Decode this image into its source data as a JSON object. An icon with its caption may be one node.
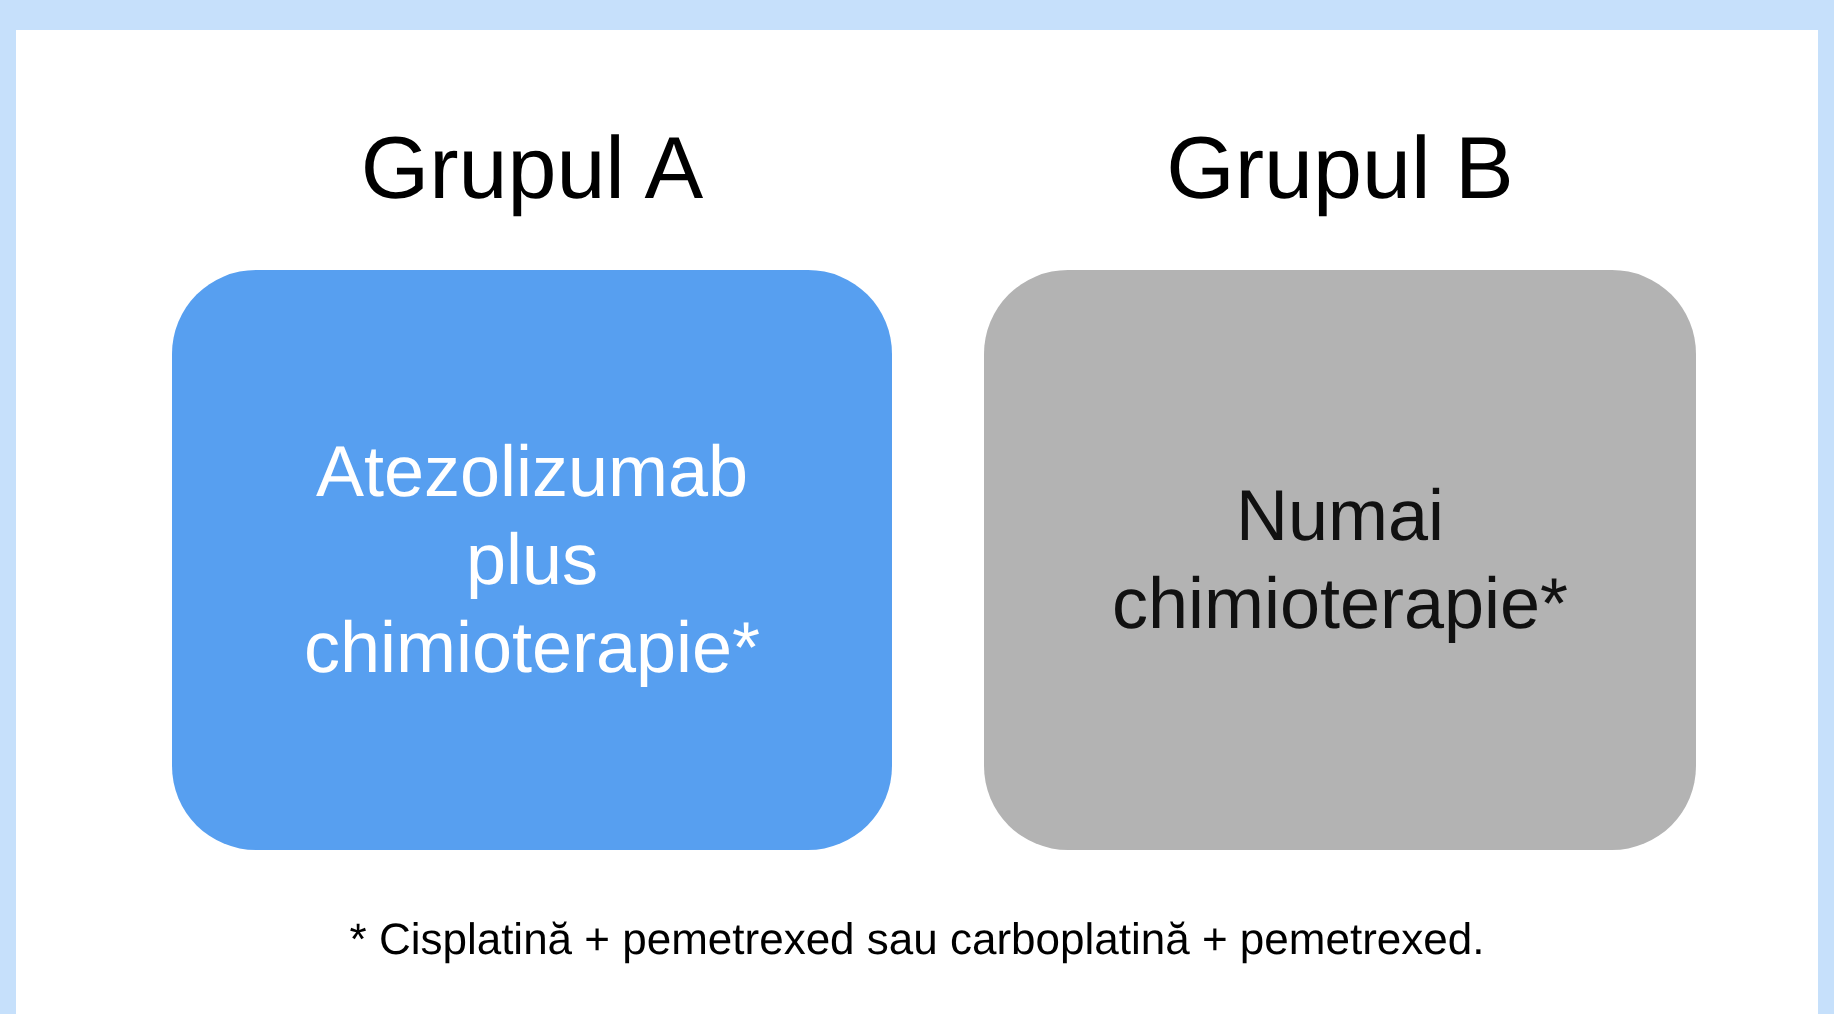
{
  "diagram": {
    "nodes": [
      {
        "text": [
          "Grupul A",
          "Atezolizumab plus chimioterapie*"
        ]
      },
      {
        "text": [
          "Grupul B",
          "Numai chimioterapie*"
        ]
      }
    ],
    "labels": [
      "* Cisplatină + pemetrexed sau carboplatină + pemetrexed."
    ]
  }
}
